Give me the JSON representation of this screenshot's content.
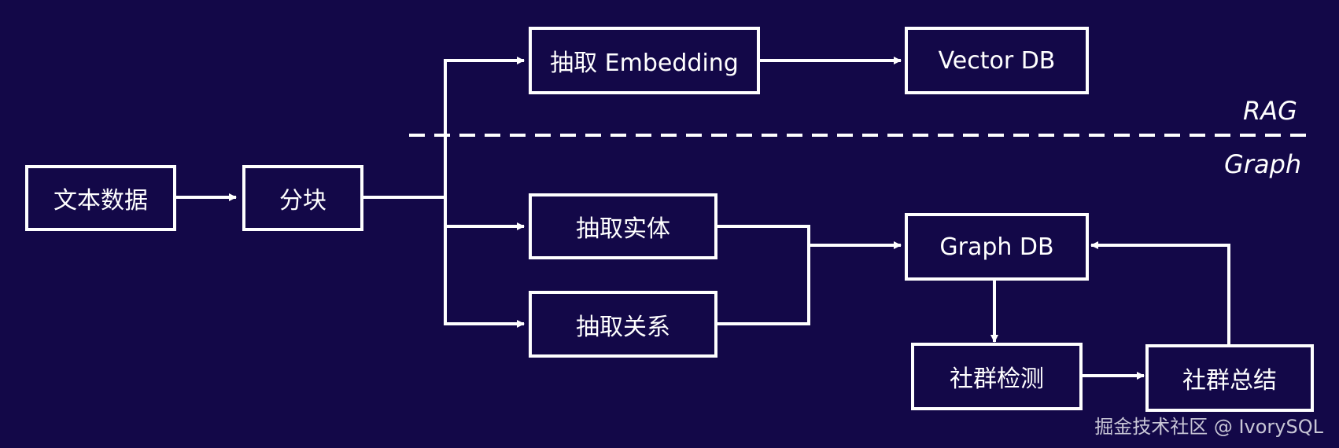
{
  "zones": {
    "rag_label": "RAG",
    "graph_label": "Graph"
  },
  "nodes": {
    "text_data": "文本数据",
    "chunk": "分块",
    "extract_embedding": "抽取 Embedding",
    "vector_db": "Vector DB",
    "extract_entities": "抽取实体",
    "extract_relations": "抽取关系",
    "graph_db": "Graph DB",
    "community_detection": "社群检测",
    "community_summary": "社群总结"
  },
  "watermark": "掘金技术社区 @ IvorySQL",
  "colors": {
    "background": "#130848",
    "stroke": "#ffffff"
  }
}
